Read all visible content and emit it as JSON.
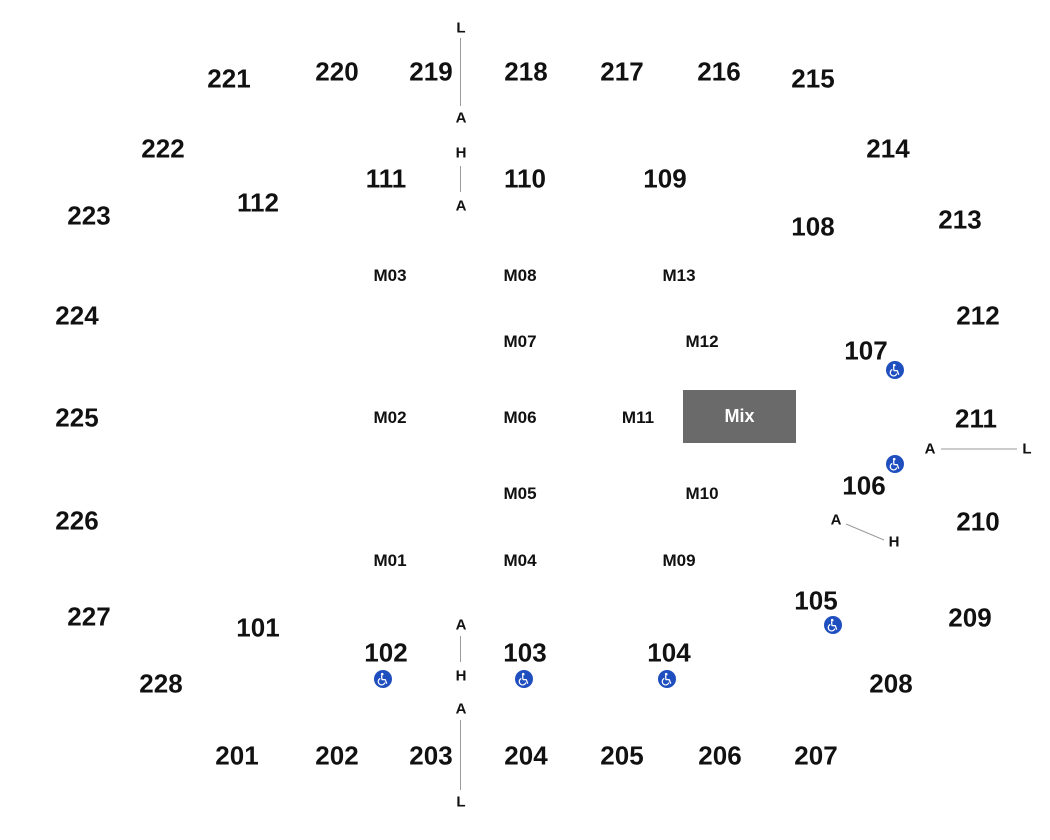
{
  "colors": {
    "accessible": "#1f4fbf",
    "mix_box": "#6a6a6a",
    "text": "#111111"
  },
  "upper_sections": [
    "201",
    "202",
    "203",
    "204",
    "205",
    "206",
    "207",
    "208",
    "209",
    "210",
    "211",
    "212",
    "213",
    "214",
    "215",
    "216",
    "217",
    "218",
    "219",
    "220",
    "221",
    "222",
    "223",
    "224",
    "225",
    "226",
    "227",
    "228"
  ],
  "lower_sections": [
    "101",
    "102",
    "103",
    "104",
    "105",
    "106",
    "107",
    "108",
    "109",
    "110",
    "111",
    "112"
  ],
  "floor_sections": [
    "M01",
    "M02",
    "M03",
    "M04",
    "M05",
    "M06",
    "M07",
    "M08",
    "M09",
    "M10",
    "M11",
    "M12",
    "M13"
  ],
  "mix_label": "Mix",
  "aisle_letters": {
    "a": "A",
    "h": "H",
    "l": "L"
  },
  "icons": {
    "accessible": "wheelchair-icon"
  }
}
